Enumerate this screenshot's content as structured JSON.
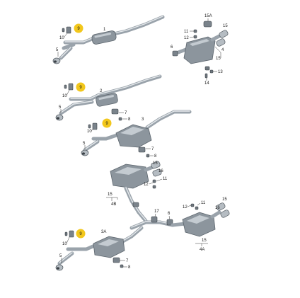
{
  "diagram": {
    "highlight_color": "#f2c71c",
    "callouts": {
      "c9a": "9",
      "c10a": "10",
      "c5a": "5",
      "c1": "1",
      "c15a": "15A",
      "c11a": "11",
      "c12a": "12",
      "c6a": "6",
      "c15b": "15",
      "c4a": "4",
      "c13a": "13",
      "c14a": "14",
      "c9b": "9",
      "c10b": "10",
      "c5b": "5",
      "c2": "2",
      "c7a": "7",
      "c8a": "8",
      "c3": "3",
      "c9c": "9",
      "c10c": "10",
      "c5c": "5",
      "c7b": "7",
      "c8b": "8",
      "c15c": "15",
      "c16a": "16",
      "c12b": "12",
      "c11b": "11",
      "c15d": "15",
      "c4b": "4B",
      "c17": "17",
      "c6b": "6",
      "c12c": "12",
      "c11c": "11",
      "c15e": "15",
      "c16b": "16",
      "c15f": "15",
      "c4c": "4A",
      "c9d": "9",
      "c3a": "3A",
      "c10d": "10",
      "c5d": "5",
      "c7c": "7",
      "c8c": "8"
    }
  }
}
